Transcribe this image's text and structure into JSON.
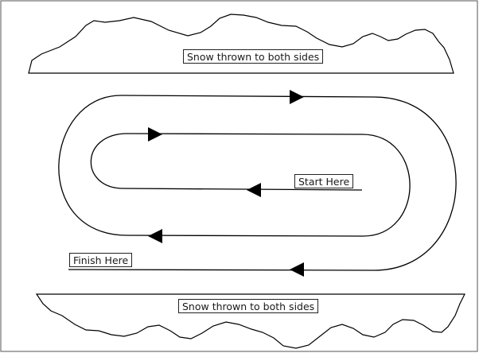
{
  "labels": {
    "snow_top": "Snow thrown to both sides",
    "snow_bottom": "Snow thrown to both sides",
    "start": "Start Here",
    "finish": "Finish Here"
  },
  "colors": {
    "stroke": "#000000",
    "background": "#ffffff"
  }
}
